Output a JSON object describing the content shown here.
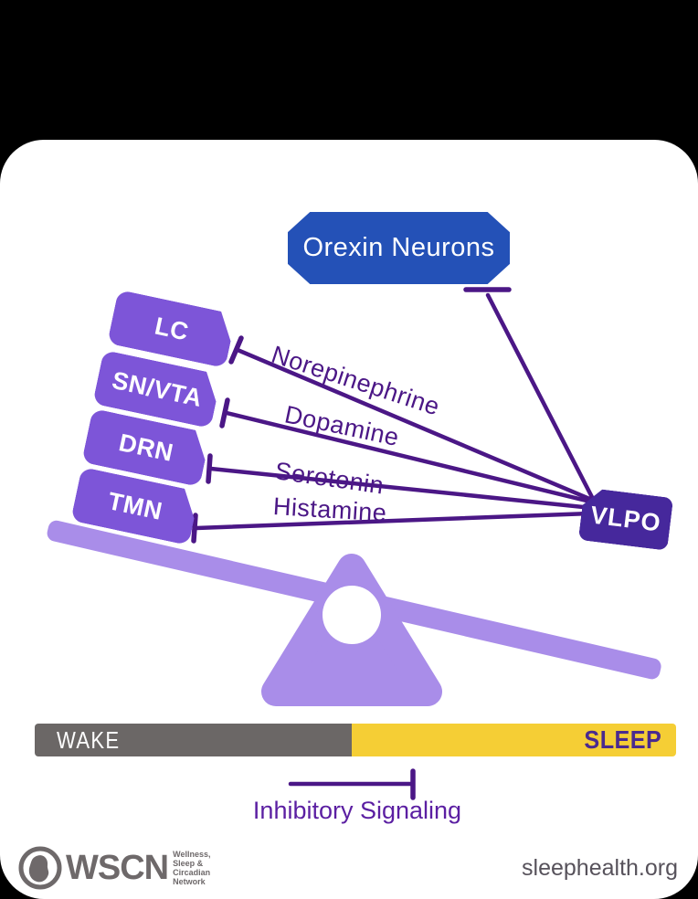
{
  "diagram": {
    "orexin_box": {
      "label": "Orexin Neurons"
    },
    "nodes": [
      {
        "label": "LC"
      },
      {
        "label": "SN/VTA"
      },
      {
        "label": "DRN"
      },
      {
        "label": "TMN"
      }
    ],
    "vlpo": {
      "label": "VLPO"
    },
    "neurotransmitters": [
      {
        "label": "Norepinephrine",
        "from": "VLPO",
        "to": "LC",
        "signal": "inhibitory"
      },
      {
        "label": "Dopamine",
        "from": "VLPO",
        "to": "SN/VTA",
        "signal": "inhibitory"
      },
      {
        "label": "Serotonin",
        "from": "VLPO",
        "to": "DRN",
        "signal": "inhibitory"
      },
      {
        "label": "Histamine",
        "from": "VLPO",
        "to": "TMN",
        "signal": "inhibitory"
      }
    ],
    "balance": {
      "wake_label": "WAKE",
      "sleep_label": "SLEEP",
      "tilt": "sleep-side-down"
    },
    "legend": {
      "label": "Inhibitory Signaling",
      "symbol": "t-bar-inhibitory-line"
    }
  },
  "footer": {
    "logo_acronym": "WSCN",
    "logo_icon": "head-profile-in-circle",
    "logo_lines": [
      "Wellness,",
      "Sleep &",
      "Circadian",
      "Network"
    ],
    "website": "sleephealth.org"
  },
  "colors": {
    "background": "#000000",
    "card": "#ffffff",
    "orexin_blue": "#2451b7",
    "node_purple": "#7d55d8",
    "vlpo_purple": "#46289c",
    "line_purple": "#4b1786",
    "beam_lavender": "#a98de9",
    "wake_gray": "#6b6766",
    "sleep_yellow": "#f5ce35",
    "sleep_text_purple": "#4a2a8f",
    "legend_purple": "#5b1fa2",
    "footer_gray": "#6e696a"
  }
}
